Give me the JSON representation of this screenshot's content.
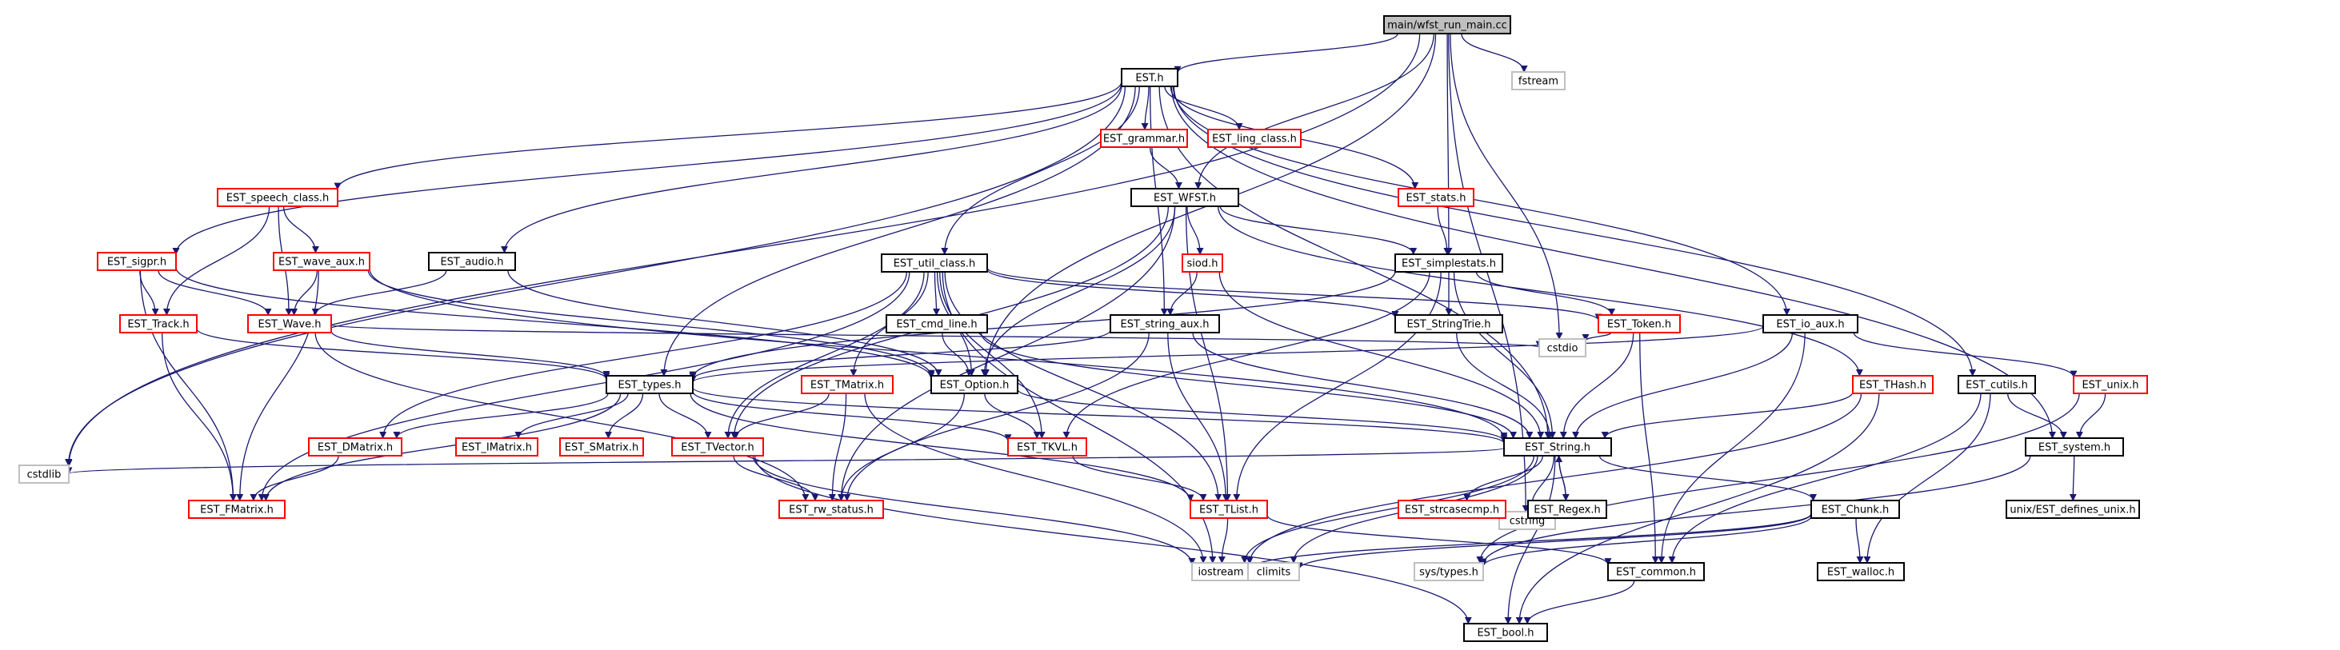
{
  "title": "main/wfst_run_main.cc",
  "colors": {
    "edge": "#191970",
    "root_fill": "#bfbfbf",
    "root_stroke": "#000000",
    "documented_stroke": "#000000",
    "truncated_stroke": "#ff0000",
    "external_stroke": "#bfbfbf",
    "node_fill": "#ffffff"
  },
  "nodes": {
    "root": {
      "label": "main/wfst_run_main.cc",
      "kind": "root"
    },
    "fstream": {
      "label": "fstream",
      "kind": "external"
    },
    "cstdlib": {
      "label": "cstdlib",
      "kind": "external"
    },
    "cstring": {
      "label": "cstring",
      "kind": "external"
    },
    "cstdio": {
      "label": "cstdio",
      "kind": "external"
    },
    "iostream": {
      "label": "iostream",
      "kind": "external"
    },
    "climits": {
      "label": "climits",
      "kind": "external"
    },
    "systypes": {
      "label": "sys/types.h",
      "kind": "external"
    },
    "est": {
      "label": "EST.h",
      "kind": "documented"
    },
    "grammar": {
      "label": "EST_grammar.h",
      "kind": "truncated"
    },
    "lingclass": {
      "label": "EST_ling_class.h",
      "kind": "truncated"
    },
    "stats": {
      "label": "EST_stats.h",
      "kind": "truncated"
    },
    "wfst": {
      "label": "EST_WFST.h",
      "kind": "documented"
    },
    "speechclass": {
      "label": "EST_speech_class.h",
      "kind": "truncated"
    },
    "sigpr": {
      "label": "EST_sigpr.h",
      "kind": "truncated"
    },
    "waveaux": {
      "label": "EST_wave_aux.h",
      "kind": "truncated"
    },
    "audio": {
      "label": "EST_audio.h",
      "kind": "documented"
    },
    "utilclass": {
      "label": "EST_util_class.h",
      "kind": "documented"
    },
    "siod": {
      "label": "siod.h",
      "kind": "truncated"
    },
    "simplestats": {
      "label": "EST_simplestats.h",
      "kind": "documented"
    },
    "track": {
      "label": "EST_Track.h",
      "kind": "truncated"
    },
    "wave": {
      "label": "EST_Wave.h",
      "kind": "truncated"
    },
    "cmdline": {
      "label": "EST_cmd_line.h",
      "kind": "documented"
    },
    "stringaux": {
      "label": "EST_string_aux.h",
      "kind": "documented"
    },
    "stringtrie": {
      "label": "EST_StringTrie.h",
      "kind": "documented"
    },
    "token": {
      "label": "EST_Token.h",
      "kind": "truncated"
    },
    "ioaux": {
      "label": "EST_io_aux.h",
      "kind": "documented"
    },
    "types": {
      "label": "EST_types.h",
      "kind": "documented"
    },
    "option": {
      "label": "EST_Option.h",
      "kind": "documented"
    },
    "tmatrix": {
      "label": "EST_TMatrix.h",
      "kind": "truncated"
    },
    "thash": {
      "label": "EST_THash.h",
      "kind": "truncated"
    },
    "cutils": {
      "label": "EST_cutils.h",
      "kind": "documented"
    },
    "unix": {
      "label": "EST_unix.h",
      "kind": "truncated"
    },
    "dmatrix": {
      "label": "EST_DMatrix.h",
      "kind": "truncated"
    },
    "imatrix": {
      "label": "EST_IMatrix.h",
      "kind": "truncated"
    },
    "smatrix": {
      "label": "EST_SMatrix.h",
      "kind": "truncated"
    },
    "tvector": {
      "label": "EST_TVector.h",
      "kind": "truncated"
    },
    "tkvl": {
      "label": "EST_TKVL.h",
      "kind": "truncated"
    },
    "string": {
      "label": "EST_String.h",
      "kind": "documented"
    },
    "system": {
      "label": "EST_system.h",
      "kind": "documented"
    },
    "fmatrix": {
      "label": "EST_FMatrix.h",
      "kind": "truncated"
    },
    "rwstatus": {
      "label": "EST_rw_status.h",
      "kind": "truncated"
    },
    "tlist": {
      "label": "EST_TList.h",
      "kind": "truncated"
    },
    "strcasecmp": {
      "label": "EST_strcasecmp.h",
      "kind": "truncated"
    },
    "regex": {
      "label": "EST_Regex.h",
      "kind": "documented"
    },
    "chunk": {
      "label": "EST_Chunk.h",
      "kind": "documented"
    },
    "unixdefines": {
      "label": "unix/EST_defines_unix.h",
      "kind": "documented"
    },
    "common": {
      "label": "EST_common.h",
      "kind": "documented"
    },
    "walloc": {
      "label": "EST_walloc.h",
      "kind": "documented"
    },
    "bool": {
      "label": "EST_bool.h",
      "kind": "documented"
    }
  },
  "edges": [
    [
      "root",
      "est"
    ],
    [
      "root",
      "fstream"
    ],
    [
      "root",
      "cstdlib"
    ],
    [
      "root",
      "cstring"
    ],
    [
      "root",
      "cstdio"
    ],
    [
      "root",
      "wfst"
    ],
    [
      "root",
      "simplestats"
    ],
    [
      "root",
      "option"
    ],
    [
      "est",
      "cstdlib"
    ],
    [
      "est",
      "string"
    ],
    [
      "est",
      "grammar"
    ],
    [
      "est",
      "lingclass"
    ],
    [
      "est",
      "stats"
    ],
    [
      "est",
      "speechclass"
    ],
    [
      "est",
      "sigpr"
    ],
    [
      "est",
      "audio"
    ],
    [
      "est",
      "utilclass"
    ],
    [
      "est",
      "types"
    ],
    [
      "est",
      "stringaux"
    ],
    [
      "est",
      "ioaux"
    ],
    [
      "est",
      "cutils"
    ],
    [
      "est",
      "system"
    ],
    [
      "grammar",
      "wfst"
    ],
    [
      "stats",
      "simplestats"
    ],
    [
      "wfst",
      "siod"
    ],
    [
      "wfst",
      "simplestats"
    ],
    [
      "wfst",
      "option"
    ],
    [
      "wfst",
      "tlist"
    ],
    [
      "wfst",
      "tvector"
    ],
    [
      "wfst",
      "rwstatus"
    ],
    [
      "wfst",
      "thash"
    ],
    [
      "speechclass",
      "waveaux"
    ],
    [
      "speechclass",
      "wave"
    ],
    [
      "speechclass",
      "track"
    ],
    [
      "sigpr",
      "track"
    ],
    [
      "sigpr",
      "wave"
    ],
    [
      "sigpr",
      "fmatrix"
    ],
    [
      "sigpr",
      "option"
    ],
    [
      "waveaux",
      "wave"
    ],
    [
      "waveaux",
      "fmatrix"
    ],
    [
      "waveaux",
      "option"
    ],
    [
      "waveaux",
      "string"
    ],
    [
      "audio",
      "wave"
    ],
    [
      "audio",
      "option"
    ],
    [
      "track",
      "types"
    ],
    [
      "track",
      "fmatrix"
    ],
    [
      "wave",
      "types"
    ],
    [
      "wave",
      "rwstatus"
    ],
    [
      "wave",
      "cstdio"
    ],
    [
      "utilclass",
      "cmdline"
    ],
    [
      "utilclass",
      "option"
    ],
    [
      "utilclass",
      "tkvl"
    ],
    [
      "utilclass",
      "tlist"
    ],
    [
      "utilclass",
      "tmatrix"
    ],
    [
      "utilclass",
      "iostream"
    ],
    [
      "utilclass",
      "stringtrie"
    ],
    [
      "utilclass",
      "token"
    ],
    [
      "utilclass",
      "tvector"
    ],
    [
      "utilclass",
      "dmatrix"
    ],
    [
      "utilclass",
      "fmatrix"
    ],
    [
      "siod",
      "stringaux"
    ],
    [
      "siod",
      "string"
    ],
    [
      "simplestats",
      "stringtrie"
    ],
    [
      "simplestats",
      "token"
    ],
    [
      "simplestats",
      "string"
    ],
    [
      "simplestats",
      "tlist"
    ],
    [
      "simplestats",
      "tkvl"
    ],
    [
      "simplestats",
      "types"
    ],
    [
      "cmdline",
      "option"
    ],
    [
      "cmdline",
      "string"
    ],
    [
      "stringaux",
      "string"
    ],
    [
      "stringaux",
      "tlist"
    ],
    [
      "stringaux",
      "rwstatus"
    ],
    [
      "stringaux",
      "types"
    ],
    [
      "stringtrie",
      "string"
    ],
    [
      "token",
      "string"
    ],
    [
      "token",
      "cstdio"
    ],
    [
      "token",
      "common"
    ],
    [
      "ioaux",
      "string"
    ],
    [
      "ioaux",
      "unix"
    ],
    [
      "ioaux",
      "common"
    ],
    [
      "ioaux",
      "types"
    ],
    [
      "types",
      "string"
    ],
    [
      "types",
      "dmatrix"
    ],
    [
      "types",
      "imatrix"
    ],
    [
      "types",
      "smatrix"
    ],
    [
      "types",
      "tvector"
    ],
    [
      "types",
      "tkvl"
    ],
    [
      "types",
      "tlist"
    ],
    [
      "types",
      "fmatrix"
    ],
    [
      "option",
      "tkvl"
    ],
    [
      "option",
      "string"
    ],
    [
      "option",
      "rwstatus"
    ],
    [
      "tmatrix",
      "tvector"
    ],
    [
      "tmatrix",
      "rwstatus"
    ],
    [
      "tmatrix",
      "iostream"
    ],
    [
      "thash",
      "string"
    ],
    [
      "thash",
      "iostream"
    ],
    [
      "thash",
      "bool"
    ],
    [
      "cutils",
      "system"
    ],
    [
      "cutils",
      "common"
    ],
    [
      "cutils",
      "walloc"
    ],
    [
      "unix",
      "system"
    ],
    [
      "unix",
      "systypes"
    ],
    [
      "dmatrix",
      "fmatrix"
    ],
    [
      "tvector",
      "rwstatus"
    ],
    [
      "tvector",
      "iostream"
    ],
    [
      "tvector",
      "bool"
    ],
    [
      "tkvl",
      "tlist"
    ],
    [
      "string",
      "cstdlib"
    ],
    [
      "string",
      "cstring"
    ],
    [
      "string",
      "iostream"
    ],
    [
      "string",
      "climits"
    ],
    [
      "string",
      "strcasecmp"
    ],
    [
      "string",
      "regex"
    ],
    [
      "string",
      "chunk"
    ],
    [
      "string",
      "bool"
    ],
    [
      "system",
      "unixdefines"
    ],
    [
      "system",
      "systypes"
    ],
    [
      "tlist",
      "iostream"
    ],
    [
      "tlist",
      "common"
    ],
    [
      "regex",
      "string"
    ],
    [
      "chunk",
      "iostream"
    ],
    [
      "chunk",
      "climits"
    ],
    [
      "chunk",
      "walloc"
    ],
    [
      "chunk",
      "systypes"
    ],
    [
      "common",
      "bool"
    ]
  ]
}
